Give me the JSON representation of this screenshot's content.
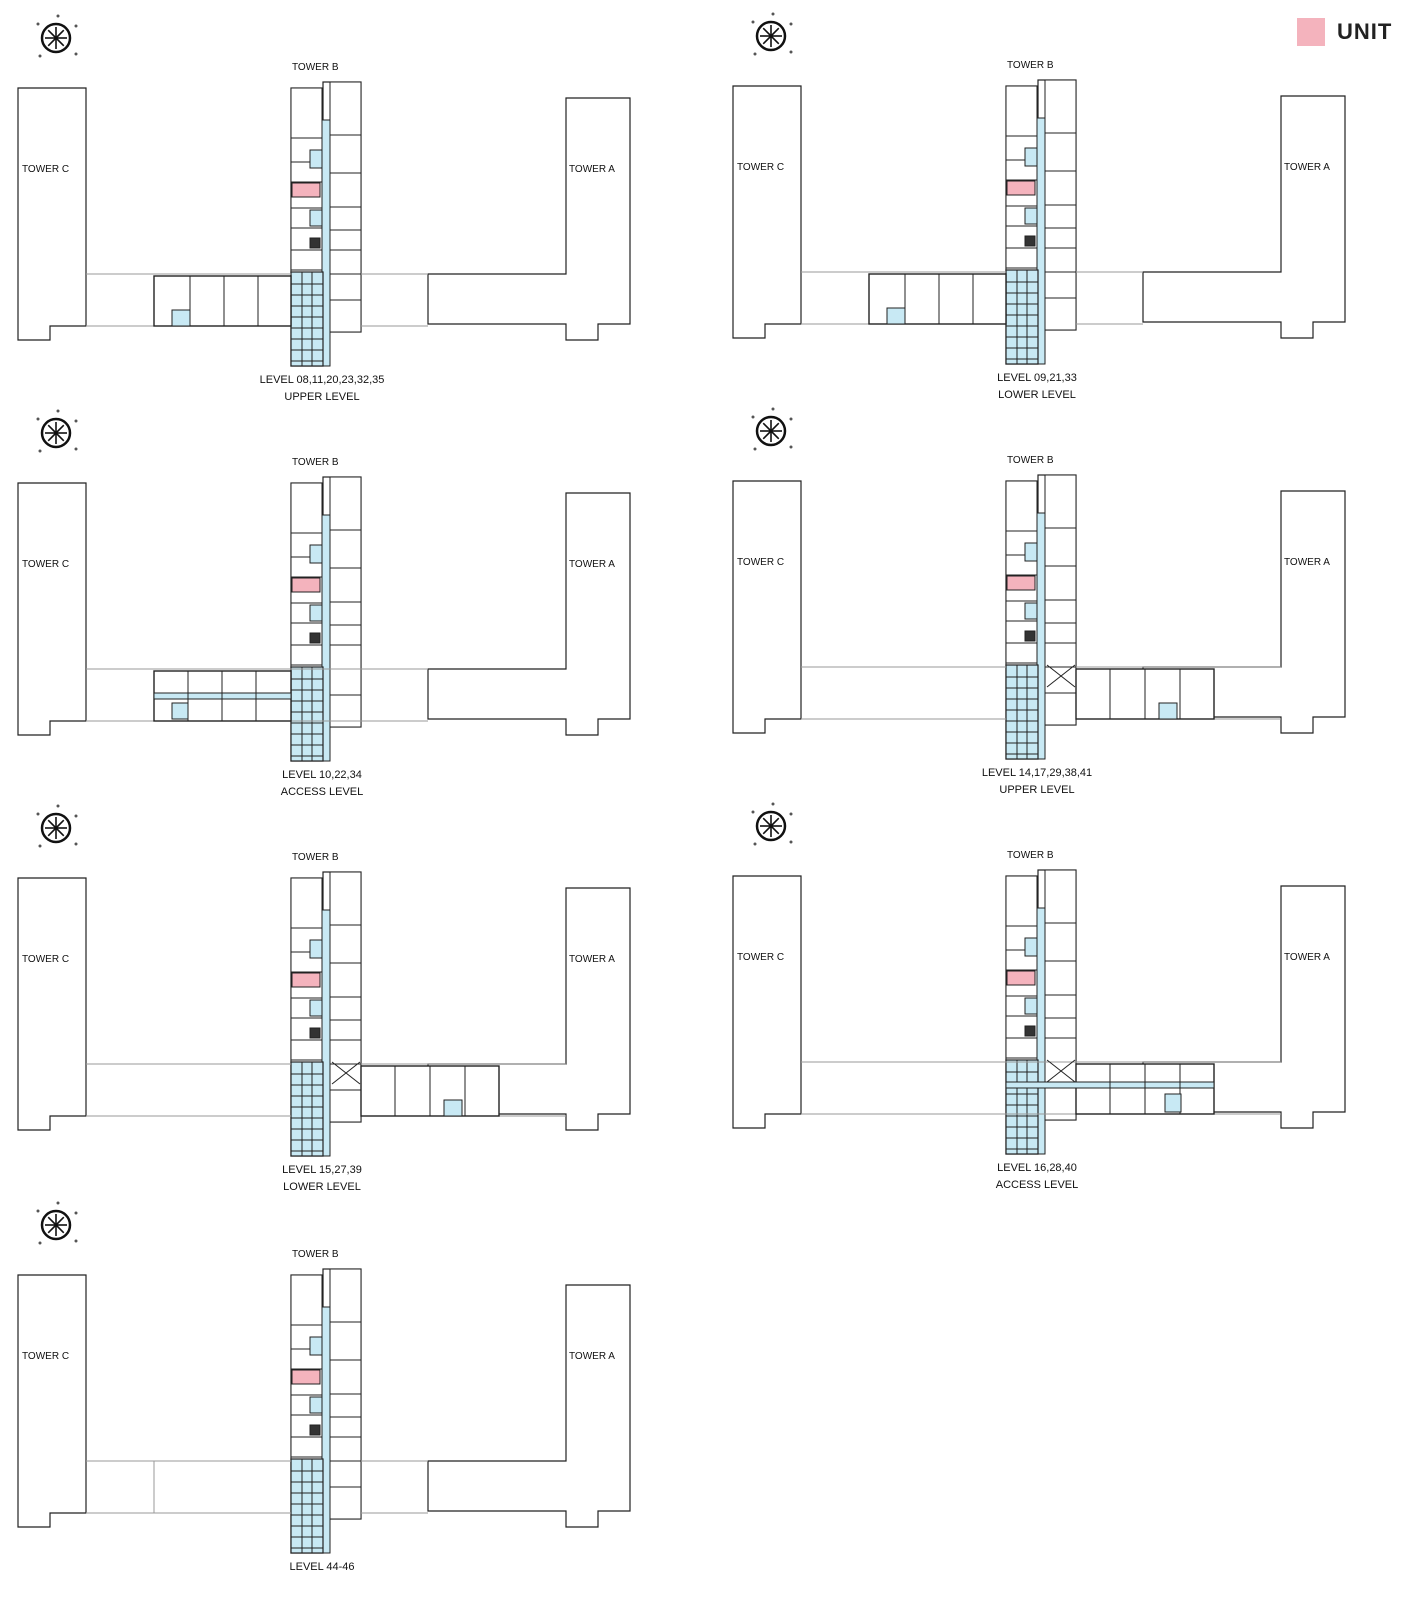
{
  "legend": {
    "label": "UNIT",
    "swatch_color": "#f4b3bd"
  },
  "colors": {
    "unit": "#f4b3bd",
    "core": "#c8e9f4",
    "line": "#222222",
    "dark": "#333333"
  },
  "towers": {
    "c": "TOWER C",
    "b": "TOWER B",
    "a": "TOWER A"
  },
  "compass_icon": "compass-rose-icon",
  "plans": [
    {
      "id": "p1",
      "caption_line1": "LEVEL 08,11,20,23,32,35",
      "caption_line2": "UPPER LEVEL",
      "bridge": "left-stub"
    },
    {
      "id": "p2",
      "caption_line1": "LEVEL 09,21,33",
      "caption_line2": "LOWER LEVEL",
      "bridge": "left-stub"
    },
    {
      "id": "p3",
      "caption_line1": "LEVEL 10,22,34",
      "caption_line2": "ACCESS LEVEL",
      "bridge": "left-access"
    },
    {
      "id": "p4",
      "caption_line1": "LEVEL 14,17,29,38,41",
      "caption_line2": "UPPER LEVEL",
      "bridge": "right-stub"
    },
    {
      "id": "p5",
      "caption_line1": "LEVEL 15,27,39",
      "caption_line2": "LOWER LEVEL",
      "bridge": "right-stub"
    },
    {
      "id": "p6",
      "caption_line1": "LEVEL 16,28,40",
      "caption_line2": "ACCESS LEVEL",
      "bridge": "right-access"
    },
    {
      "id": "p7",
      "caption_line1": "LEVEL 44-46",
      "caption_line2": "",
      "bridge": "none"
    }
  ]
}
